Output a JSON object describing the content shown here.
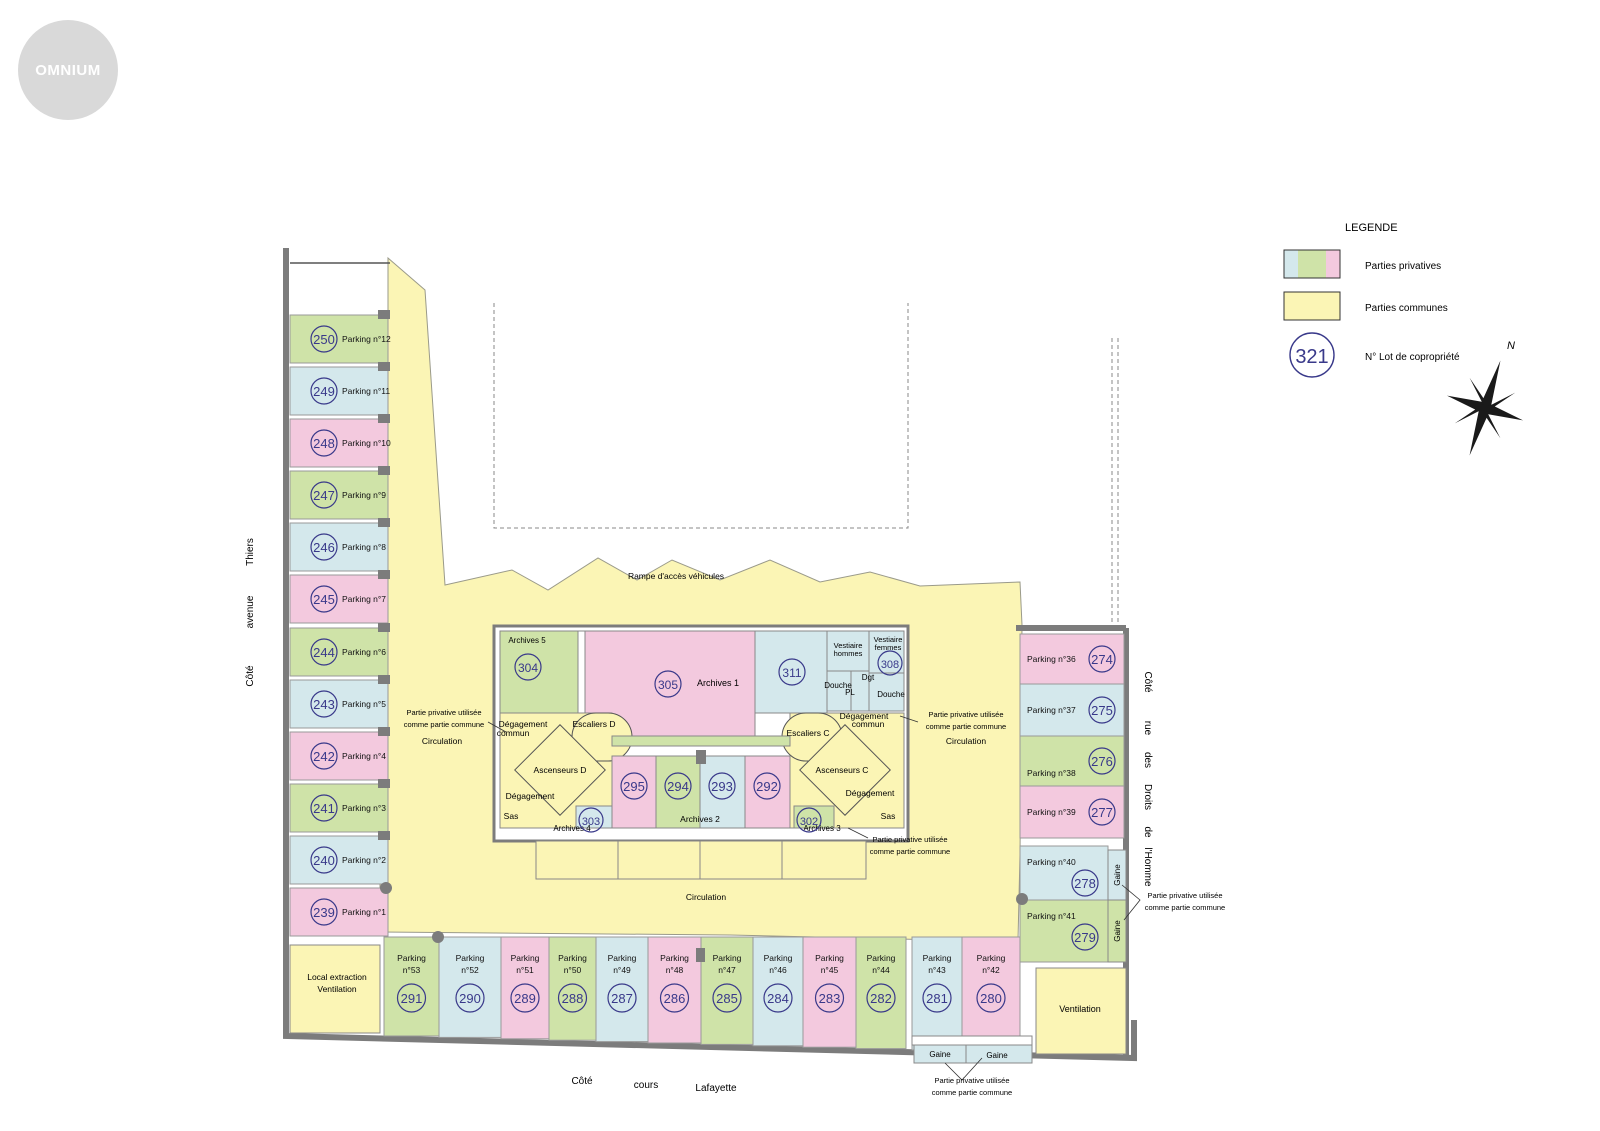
{
  "logo": {
    "text": "OMNIUM"
  },
  "colors": {
    "blue": "#d4e8ec",
    "green": "#cfe3a8",
    "pink": "#f3c9de",
    "yellow": "#fbf5b5",
    "wall": "#7c7c7c",
    "lot_ring": "#39398a"
  },
  "legend": {
    "title": "LEGENDE",
    "private": "Parties privatives",
    "common": "Parties communes",
    "lot_sample": "321",
    "lot_label": "N° Lot de copropriété",
    "north": "N"
  },
  "west_parkings": [
    {
      "lot": "250",
      "label": "Parking n°12",
      "color": "green"
    },
    {
      "lot": "249",
      "label": "Parking n°11",
      "color": "blue"
    },
    {
      "lot": "248",
      "label": "Parking n°10",
      "color": "pink"
    },
    {
      "lot": "247",
      "label": "Parking n°9",
      "color": "green"
    },
    {
      "lot": "246",
      "label": "Parking n°8",
      "color": "blue"
    },
    {
      "lot": "245",
      "label": "Parking n°7",
      "color": "pink"
    },
    {
      "lot": "244",
      "label": "Parking n°6",
      "color": "green"
    },
    {
      "lot": "243",
      "label": "Parking n°5",
      "color": "blue"
    },
    {
      "lot": "242",
      "label": "Parking n°4",
      "color": "pink"
    },
    {
      "lot": "241",
      "label": "Parking n°3",
      "color": "green"
    },
    {
      "lot": "240",
      "label": "Parking n°2",
      "color": "blue"
    },
    {
      "lot": "239",
      "label": "Parking n°1",
      "color": "pink"
    }
  ],
  "south_parkings": [
    {
      "lot": "291",
      "l1": "Parking",
      "l2": "n°53",
      "color": "green"
    },
    {
      "lot": "290",
      "l1": "Parking",
      "l2": "n°52",
      "color": "blue"
    },
    {
      "lot": "289",
      "l1": "Parking",
      "l2": "n°51",
      "color": "pink"
    },
    {
      "lot": "288",
      "l1": "Parking",
      "l2": "n°50",
      "color": "green"
    },
    {
      "lot": "287",
      "l1": "Parking",
      "l2": "n°49",
      "color": "blue"
    },
    {
      "lot": "286",
      "l1": "Parking",
      "l2": "n°48",
      "color": "pink"
    },
    {
      "lot": "285",
      "l1": "Parking",
      "l2": "n°47",
      "color": "green"
    },
    {
      "lot": "284",
      "l1": "Parking",
      "l2": "n°46",
      "color": "blue"
    },
    {
      "lot": "283",
      "l1": "Parking",
      "l2": "n°45",
      "color": "pink"
    },
    {
      "lot": "282",
      "l1": "Parking",
      "l2": "n°44",
      "color": "green"
    },
    {
      "lot": "281",
      "l1": "Parking",
      "l2": "n°43",
      "color": "blue"
    },
    {
      "lot": "280",
      "l1": "Parking",
      "l2": "n°42",
      "color": "pink"
    }
  ],
  "east_parkings": [
    {
      "lot": "274",
      "label": "Parking n°36",
      "color": "pink"
    },
    {
      "lot": "275",
      "label": "Parking n°37",
      "color": "blue"
    },
    {
      "lot": "276",
      "label": "Parking n°38",
      "color": "green"
    },
    {
      "lot": "277",
      "label": "Parking n°39",
      "color": "pink"
    },
    {
      "lot": "278",
      "label": "Parking n°40",
      "color": "blue"
    },
    {
      "lot": "279",
      "label": "Parking n°41",
      "color": "green"
    }
  ],
  "core_lots": [
    {
      "lot": "295",
      "color": "pink"
    },
    {
      "lot": "294",
      "color": "green"
    },
    {
      "lot": "293",
      "color": "blue"
    },
    {
      "lot": "292",
      "color": "pink"
    }
  ],
  "rooms": {
    "archives1": "Archives 1",
    "lot305": "305",
    "archives2": "Archives 2",
    "archives3": "Archives 3",
    "lot302": "302",
    "archives4": "Archives 4",
    "lot303": "303",
    "archives5": "Archives 5",
    "lot304": "304",
    "lot311": "311",
    "lot308": "308",
    "vestiaire_h1": "Vestiaire",
    "vestiaire_h2": "hommes",
    "vestiaire_f1": "Vestiaire",
    "vestiaire_f2": "femmes",
    "douche1": "Douche",
    "douche2": "Douche",
    "dgt": "Dgt",
    "pl": "PL",
    "escaliers_d": "Escaliers D",
    "escaliers_c": "Escaliers C",
    "ascenseurs_d": "Ascenseurs D",
    "ascenseurs_c": "Ascenseurs C",
    "degagement": "Dégagement",
    "commun": "commun",
    "sas": "Sas",
    "circulation": "Circulation",
    "rampe": "Rampe d'accès véhicules",
    "local_extraction1": "Local extraction",
    "local_extraction2": "Ventilation",
    "ventilation": "Ventilation",
    "gaine": "Gaine",
    "ppu1": "Partie privative utilisée",
    "ppu2": "comme partie commune"
  },
  "streets": {
    "west": [
      "Côté",
      "avenue",
      "Thiers"
    ],
    "east": [
      "Côté",
      "rue",
      "des",
      "Droits",
      "de",
      "l'Homme"
    ],
    "south": [
      "Côté",
      "cours",
      "Lafayette"
    ]
  }
}
